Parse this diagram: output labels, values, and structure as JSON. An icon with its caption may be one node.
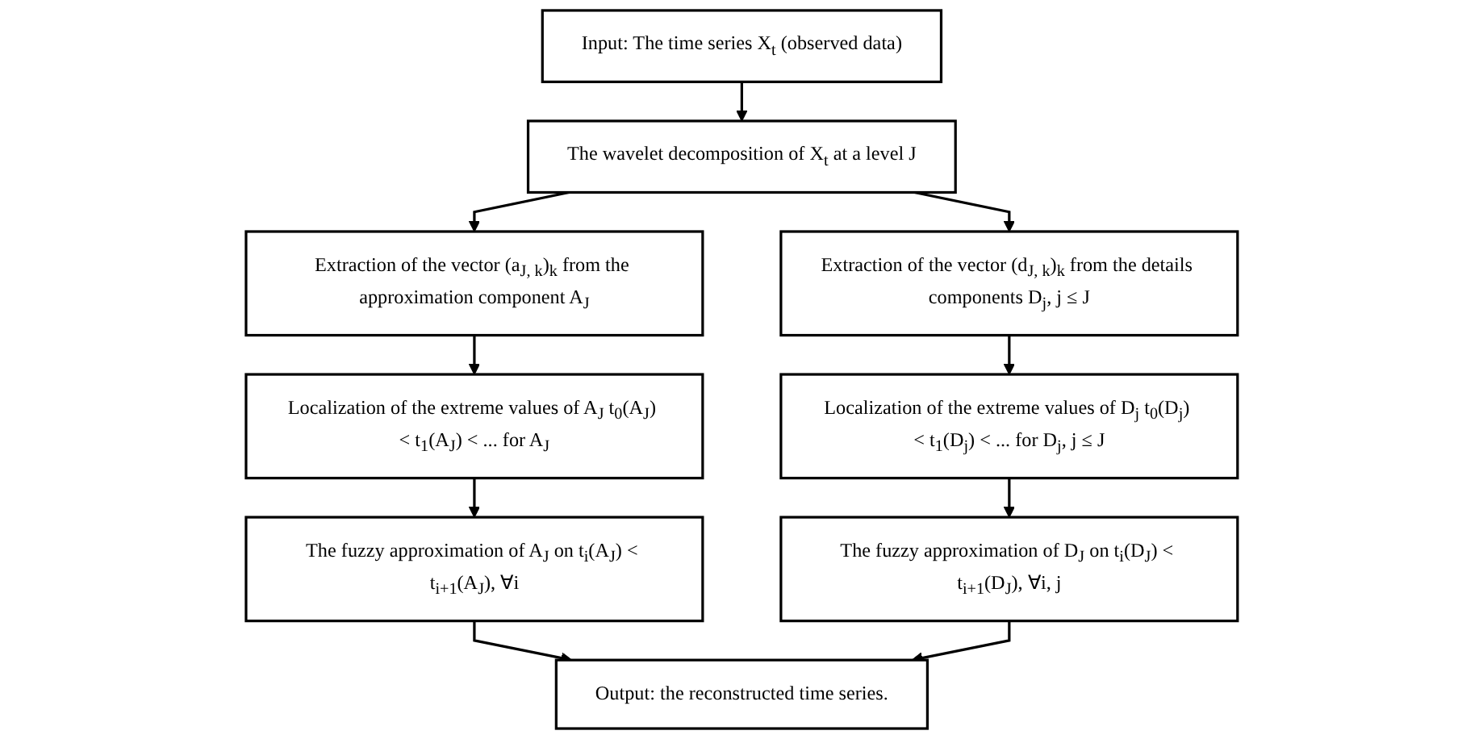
{
  "diagram": {
    "nodes": [
      {
        "text": [
          "Input: The time series X$_{t}$ (observed data)"
        ]
      },
      {
        "text": [
          "The wavelet decomposition of X$_{t}$ at a level J"
        ]
      },
      {
        "text": [
          "Extraction of the vector (a$_{J, k}$)$_{k}$ from the approximation component A$_{J}$"
        ]
      },
      {
        "text": [
          "Extraction of the vector (d$_{J, k}$)$_{k}$ from the details components D$_{j}$, j ≤ J"
        ]
      },
      {
        "text": [
          "Localization of the extreme values of A$_{J}$ t$_{0}$(A$_{J}$) < t$_{1}$(A$_{J}$) < ... for A$_{J}$"
        ]
      },
      {
        "text": [
          "Localization of the extreme values of D$_{j}$ t$_{0}$(D$_{j}$) < t$_{1}$(D$_{j}$) < ... for D$_{j}$, j ≤ J"
        ]
      },
      {
        "text": [
          "The fuzzy approximation of A$_{J}$ on t$_{i}$(A$_{J}$) < t$_{i+1}$(A$_{J}$), ∀i"
        ]
      },
      {
        "text": [
          "The fuzzy approximation of D$_{J}$ on t$_{i}$(D$_{J}$) < t$_{i+1}$(D$_{J}$), ∀i, j"
        ]
      },
      {
        "text": [
          "Output: the reconstructed time series."
        ]
      }
    ],
    "edges": [
      {
        "from": 0,
        "to": 1,
        "arrow": "to"
      },
      {
        "from": 1,
        "to": 2,
        "arrow": "to"
      },
      {
        "from": 1,
        "to": 3,
        "arrow": "to"
      },
      {
        "from": 2,
        "to": 4,
        "arrow": "to"
      },
      {
        "from": 3,
        "to": 5,
        "arrow": "to"
      },
      {
        "from": 4,
        "to": 6,
        "arrow": "to"
      },
      {
        "from": 5,
        "to": 7,
        "arrow": "to"
      },
      {
        "from": 6,
        "to": 8,
        "arrow": "to"
      },
      {
        "from": 7,
        "to": 8,
        "arrow": "to"
      }
    ]
  }
}
